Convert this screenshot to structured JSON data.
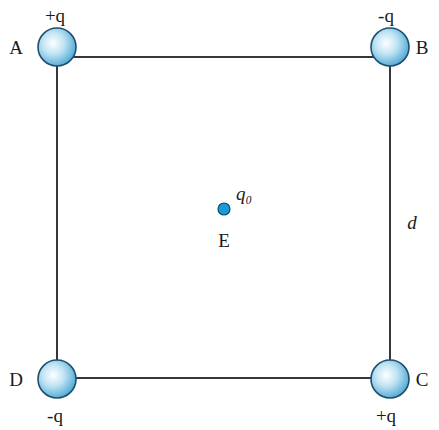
{
  "diagram": {
    "labels": [
      "+q",
      "A",
      "-q",
      "B",
      "d",
      "q₀",
      "E",
      "D",
      "-q",
      "C",
      "+q"
    ]
  }
}
